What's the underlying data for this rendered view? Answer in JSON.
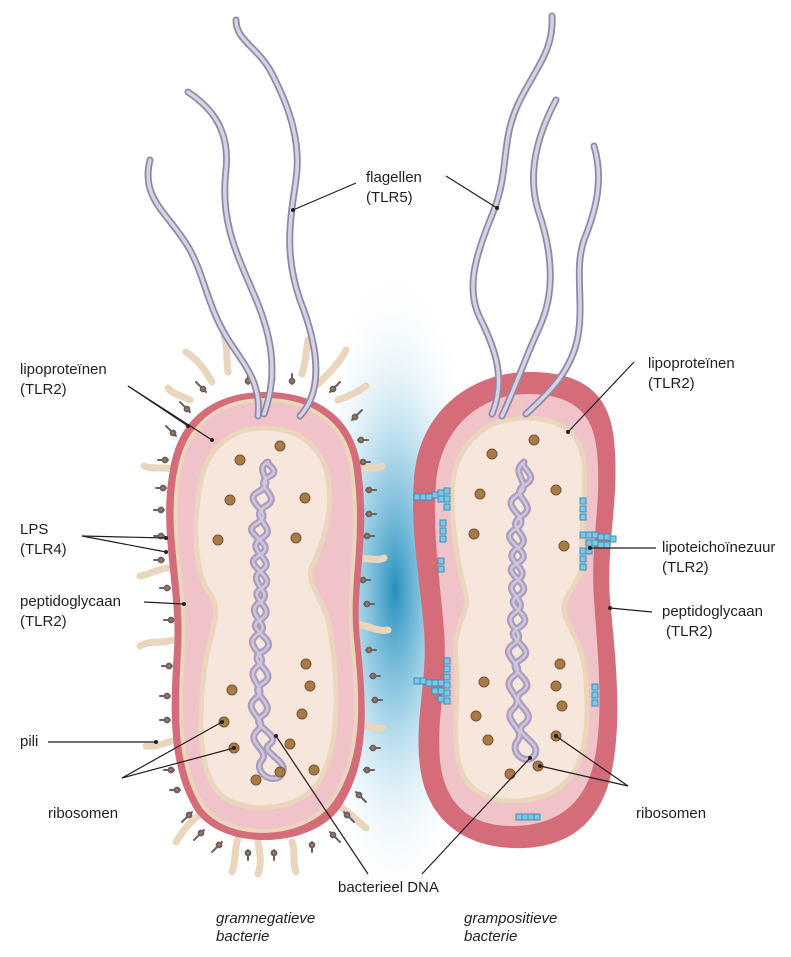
{
  "colors": {
    "membrane": "#ead6bd",
    "cytoplasm": "#f6e6dc",
    "periplasm": "#efc3c7",
    "outer_membrane": "#d46d79",
    "peptidoglycan_gp": "#d46d79",
    "flagella": "#b9b4cc",
    "dna": "#a99ebe",
    "ribosome": "#a87a45",
    "lipoteichoic": "#7ec6e6",
    "lps": "#6b6066",
    "glow": "#1b89b8",
    "line": "#231f20"
  },
  "labels": {
    "flagellen": [
      "flagellen",
      "(TLR5)"
    ],
    "lipoproteinen_left": [
      "lipoproteïnen",
      "(TLR2)"
    ],
    "lps": [
      "LPS",
      "(TLR4)"
    ],
    "peptidoglycaan_left": [
      "peptidoglycaan",
      "(TLR2)"
    ],
    "pili": "pili",
    "ribosomen_left": "ribosomen",
    "bacterieel_dna": "bacterieel DNA",
    "lipoproteinen_right": [
      "lipoproteïnen",
      "(TLR2)"
    ],
    "lipoteichoinezuur": [
      "lipoteichoïnezuur",
      "(TLR2)"
    ],
    "peptidoglycaan_right": [
      "peptidoglycaan",
      "(TLR2)"
    ],
    "ribosomen_right": "ribosomen"
  },
  "captions": {
    "gramnegatief": [
      "gramnegatieve",
      "bacterie"
    ],
    "grampositief": [
      "grampositieve",
      "bacterie"
    ]
  }
}
